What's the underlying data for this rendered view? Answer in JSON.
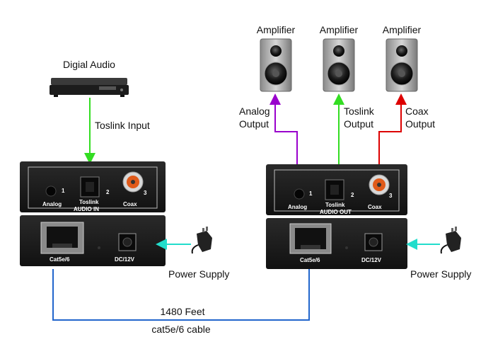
{
  "source": {
    "label": "Digial Audio"
  },
  "transmitter": {
    "input_label": "Toslink Input",
    "port_analog": "Analog",
    "port_toslink": "Toslink",
    "port_coax": "Coax",
    "num_1": "1",
    "num_2": "2",
    "num_3": "3",
    "panel_title": "AUDIO  IN",
    "rj45_label": "Cat5e/6",
    "dc_label": "DC/12V",
    "power_label": "Power Supply"
  },
  "receiver": {
    "port_analog": "Analog",
    "port_toslink": "Toslink",
    "port_coax": "Coax",
    "num_1": "1",
    "num_2": "2",
    "num_3": "3",
    "panel_title": "AUDIO  OUT",
    "rj45_label": "Cat5e/6",
    "dc_label": "DC/12V",
    "power_label": "Power Supply"
  },
  "amplifiers": [
    "Amplifier",
    "Amplifier",
    "Amplifier"
  ],
  "outputs": {
    "analog": [
      "Analog",
      "Output"
    ],
    "toslink": [
      "Toslink",
      "Output"
    ],
    "coax": [
      "Coax",
      "Output"
    ]
  },
  "cable": {
    "distance": "1480 Feet",
    "type": "cat5e/6 cable"
  },
  "colors": {
    "toslink": "#33dd22",
    "analog": "#9900cc",
    "coax": "#dd0000",
    "power": "#22ddcc",
    "cable": "#2266cc"
  }
}
